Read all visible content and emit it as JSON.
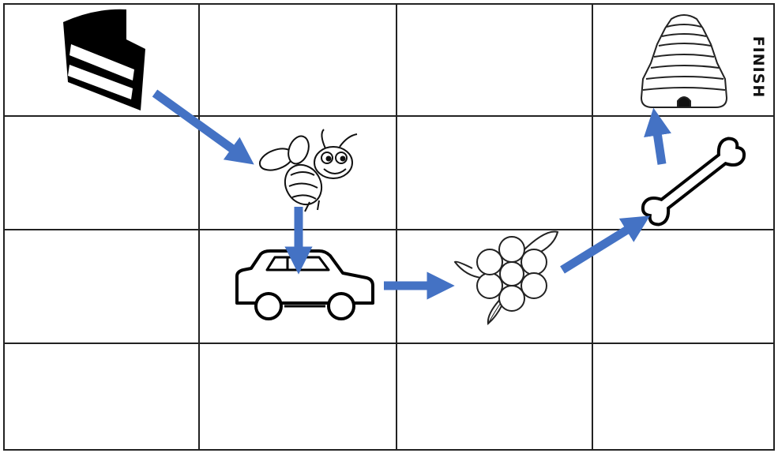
{
  "board": {
    "rows": 4,
    "columns": 4
  },
  "finish_label": "FINISH",
  "colors": {
    "arrow": "#4472c4",
    "grid": "#222222",
    "ink": "#111111"
  },
  "pictures": [
    {
      "name": "cake-slice-icon",
      "cell": [
        0,
        0
      ]
    },
    {
      "name": "bee-icon",
      "cell": [
        1,
        1
      ]
    },
    {
      "name": "car-icon",
      "cell": [
        2,
        1
      ]
    },
    {
      "name": "flower-icon",
      "cell": [
        2,
        2
      ]
    },
    {
      "name": "bone-icon",
      "cell": [
        1,
        3
      ]
    },
    {
      "name": "beehive-icon",
      "cell": [
        0,
        3
      ]
    }
  ],
  "path": [
    "cake-slice-icon",
    "bee-icon",
    "car-icon",
    "flower-icon",
    "bone-icon",
    "beehive-icon"
  ]
}
